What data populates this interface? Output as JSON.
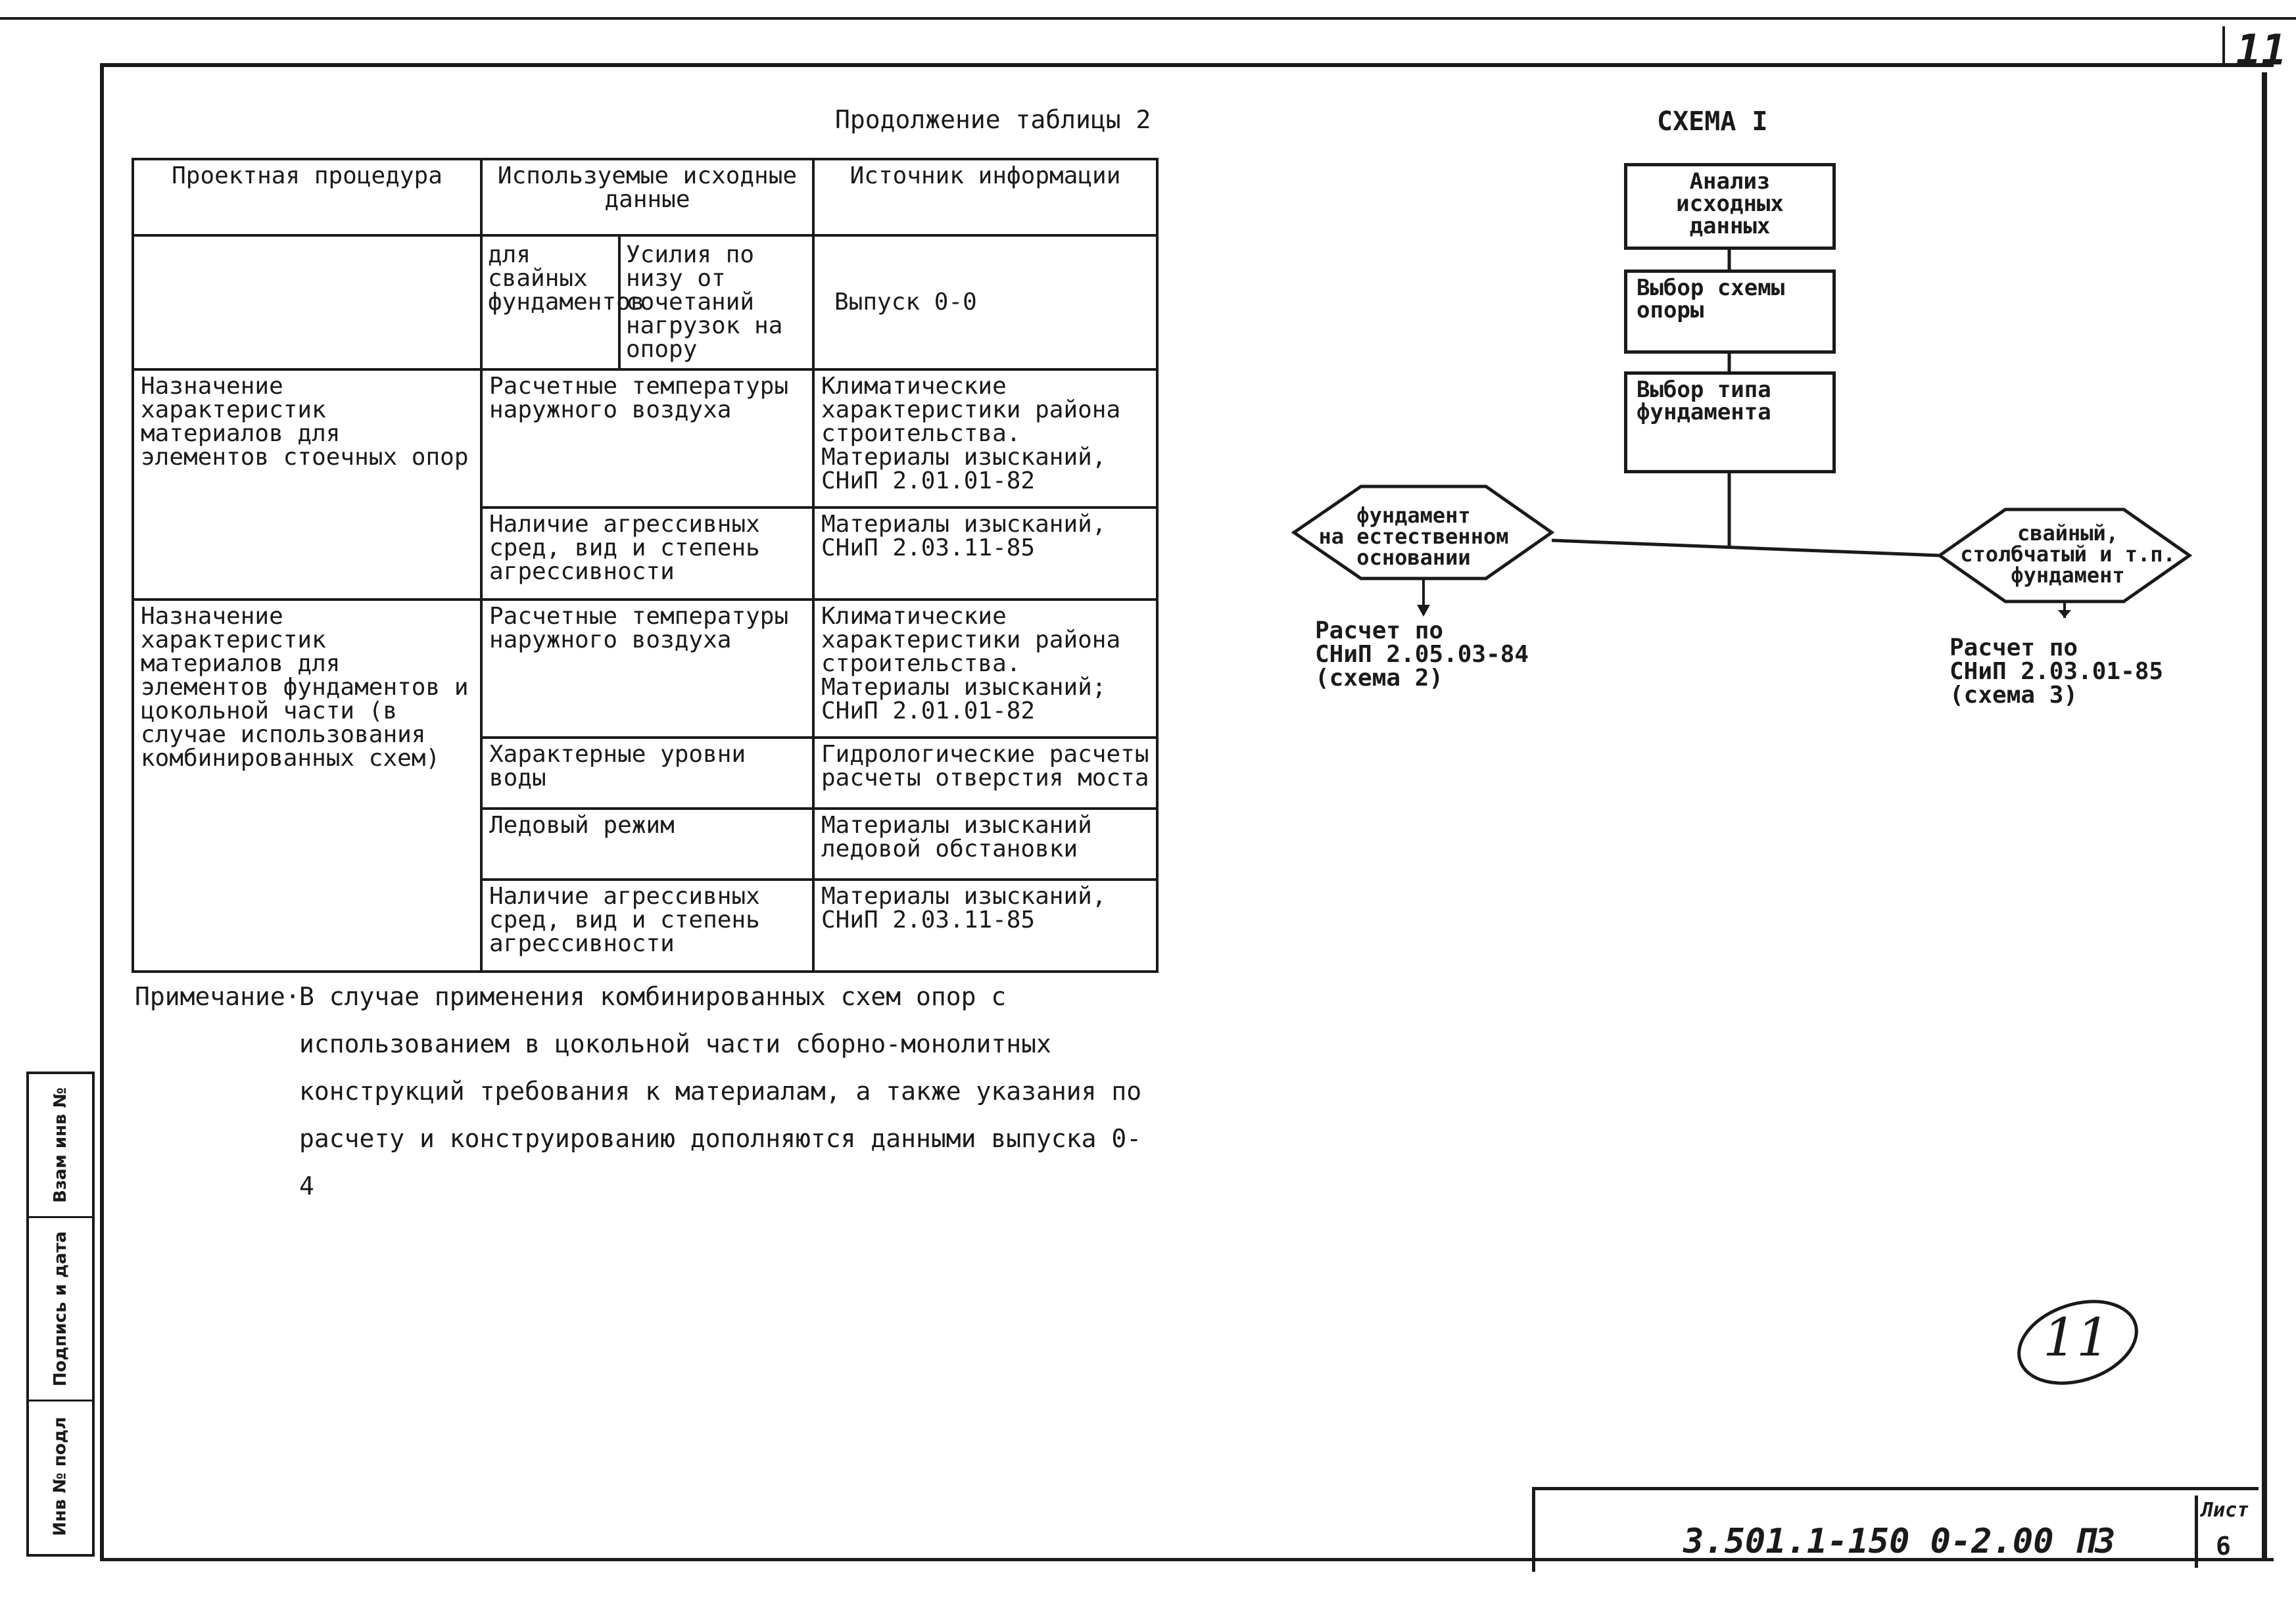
{
  "page_number": "11",
  "left_stamp": [
    "Инв № подл",
    "Подпись и дата",
    "Взам инв №"
  ],
  "table": {
    "continuation_label": "Продолжение таблицы 2",
    "headers": [
      "Проектная процедура",
      "Используемые исходные данные",
      "Источник информации"
    ],
    "row0": {
      "sub_label": "для свайных фундаментов",
      "data": "Усилия по низу от сочетаний нагрузок на опору",
      "source": "Выпуск 0-0"
    },
    "group1": {
      "procedure": "Назначение характеристик материалов для элементов стоечных опор",
      "rows": [
        {
          "data": "Расчетные температуры наружного воздуха",
          "source": "Климатические характеристики района строительства. Материалы изысканий, СНиП 2.01.01-82"
        },
        {
          "data": "Наличие агрессивных сред, вид и степень агрессивности",
          "source": "Материалы изысканий, СНиП 2.03.11-85"
        }
      ]
    },
    "group2": {
      "procedure": "Назначение характеристик материалов для элементов фундаментов и цокольной части (в случае использования комбинированных схем)",
      "rows": [
        {
          "data": "Расчетные температуры наружного воздуха",
          "source": "Климатические характеристики района строительства. Материалы изысканий; СНиП 2.01.01-82"
        },
        {
          "data": "Характерные уровни воды",
          "source": "Гидрологические расчеты расчеты отверстия моста"
        },
        {
          "data": "Ледовый режим",
          "source": "Материалы изысканий ледовой обстановки"
        },
        {
          "data": "Наличие агрессивных сред, вид и степень агрессивности",
          "source": "Материалы изысканий, СНиП 2.03.11-85"
        }
      ]
    }
  },
  "note": {
    "label": "Примечание·",
    "text": "В случае применения комбинированных схем опор с использованием в цокольной части сборно-монолитных конструкций требования к материалам, а также указания по расчету и конструированию дополняются данными выпуска 0-4"
  },
  "scheme": {
    "title": "СХЕМА I",
    "box1": "Анализ исходных данных",
    "box2": "Выбор схемы опоры",
    "box3": "Выбор типа фундамента",
    "left_diamond": [
      "фундамент",
      "на естественном",
      "основании"
    ],
    "right_diamond": [
      "свайный,",
      "столбчатый и т.п.",
      "фундамент"
    ],
    "left_result": "Расчет по\nСНиП 2.05.03-84\n(схема 2)",
    "right_result": "Расчет по\nСНиП 2.03.01-85\n(схема 3)"
  },
  "title_block": {
    "code": "3.501.1-150 0-2.00 ПЗ",
    "sheet_label": "Лист",
    "sheet_value": "6"
  },
  "handwritten_mark": "11"
}
